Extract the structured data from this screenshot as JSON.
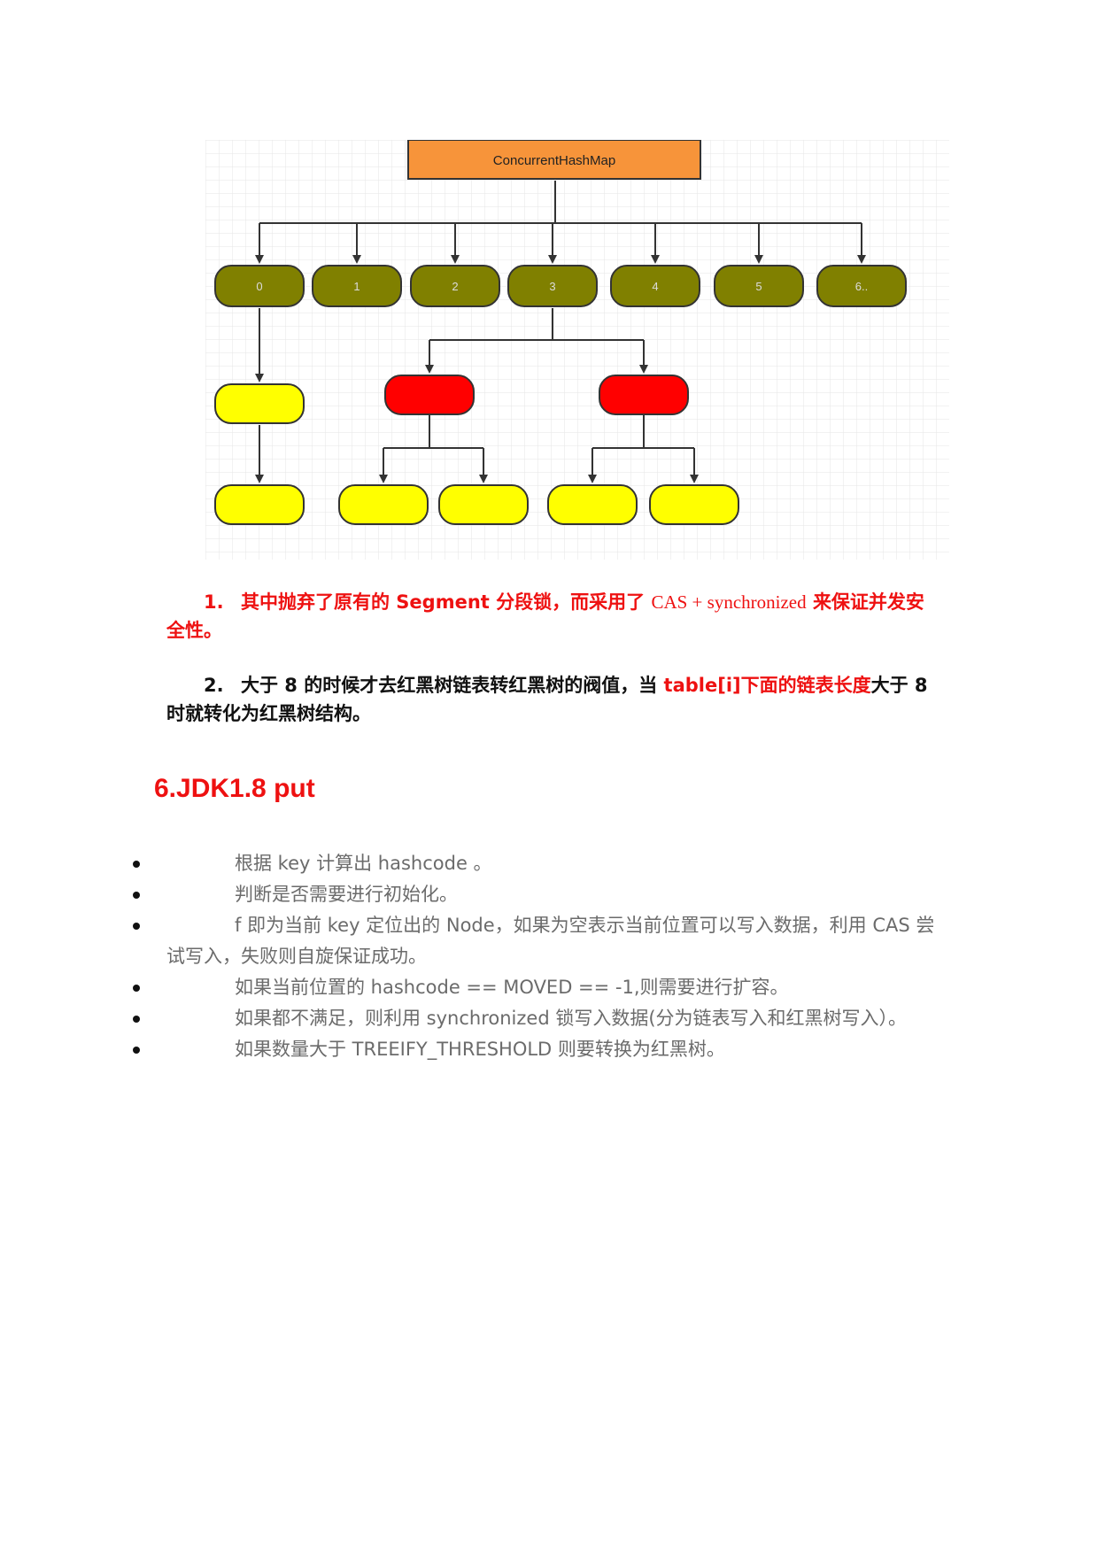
{
  "diagram": {
    "root_label": "ConcurrentHashMap",
    "bucket_labels": [
      "0",
      "1",
      "2",
      "3",
      "4",
      "5",
      "6.."
    ],
    "colors": {
      "root": "#f7943a",
      "bucket": "#808000",
      "tree_node": "#ff0000",
      "list_node": "#ffff00",
      "grid": "#e6e6e6",
      "line": "#333333"
    }
  },
  "notes": [
    {
      "number": "1.",
      "parts": {
        "a": "其中抛弃了原有的 Segment 分段锁，而采用了",
        "b": "CAS + synchronized",
        "c": "来保证并发安全性。"
      }
    },
    {
      "number": "2.",
      "parts": {
        "a": "大于 8 的时候才去红黑树链表转红黑树的阀值，当 ",
        "b": "table[i]下面的链表长度",
        "c": "大于 8 时就转化为红黑树结构。"
      }
    }
  ],
  "heading": "6.JDK1.8 put",
  "bullets": [
    "根据 key 计算出 hashcode 。",
    "判断是否需要进行初始化。",
    "f 即为当前 key 定位出的 Node，如果为空表示当前位置可以写入数据，利用 CAS 尝试写入，失败则自旋保证成功。",
    "如果当前位置的 hashcode == MOVED == -1,则需要进行扩容。",
    "如果都不满足，则利用 synchronized 锁写入数据(分为链表写入和红黑树写入）。",
    "如果数量大于 TREEIFY_THRESHOLD 则要转换为红黑树。"
  ]
}
